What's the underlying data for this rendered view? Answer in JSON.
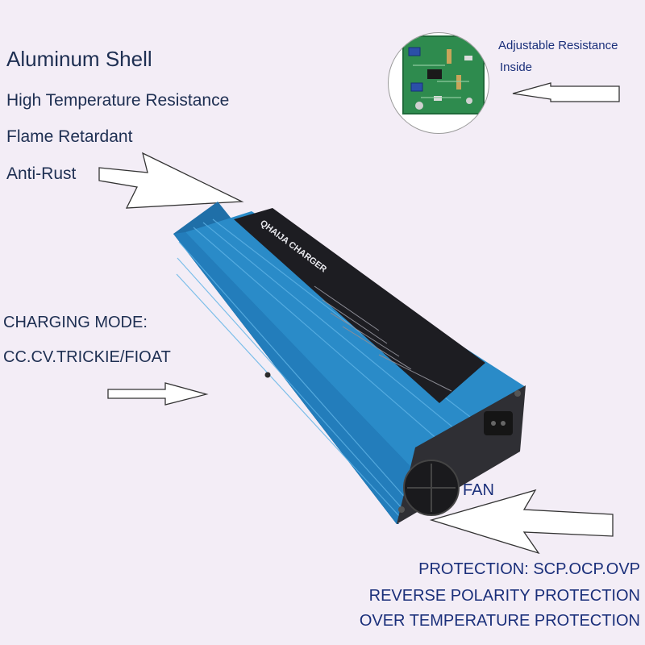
{
  "features": {
    "shell": "Aluminum Shell",
    "heat": "High Temperature Resistance",
    "flame": "Flame Retardant",
    "rust": "Anti-Rust"
  },
  "charging": {
    "label": "CHARGING MODE:",
    "modes": "CC.CV.TRICKIE/FIOAT"
  },
  "inset": {
    "line1": "Adjustable Resistance",
    "line2": "Inside"
  },
  "fan_label": "FAN",
  "protection": {
    "line1": "PROTECTION:  SCP.OCP.OVP",
    "line2": "REVERSE POLARITY PROTECTION",
    "line3": "OVER TEMPERATURE PROTECTION"
  },
  "device": {
    "brand_label": "QHAIJA CHARGER"
  },
  "colors": {
    "shell_blue": "#2a8bc8",
    "panel": "#1d1d22",
    "pcb_green": "#2e8b4e"
  }
}
